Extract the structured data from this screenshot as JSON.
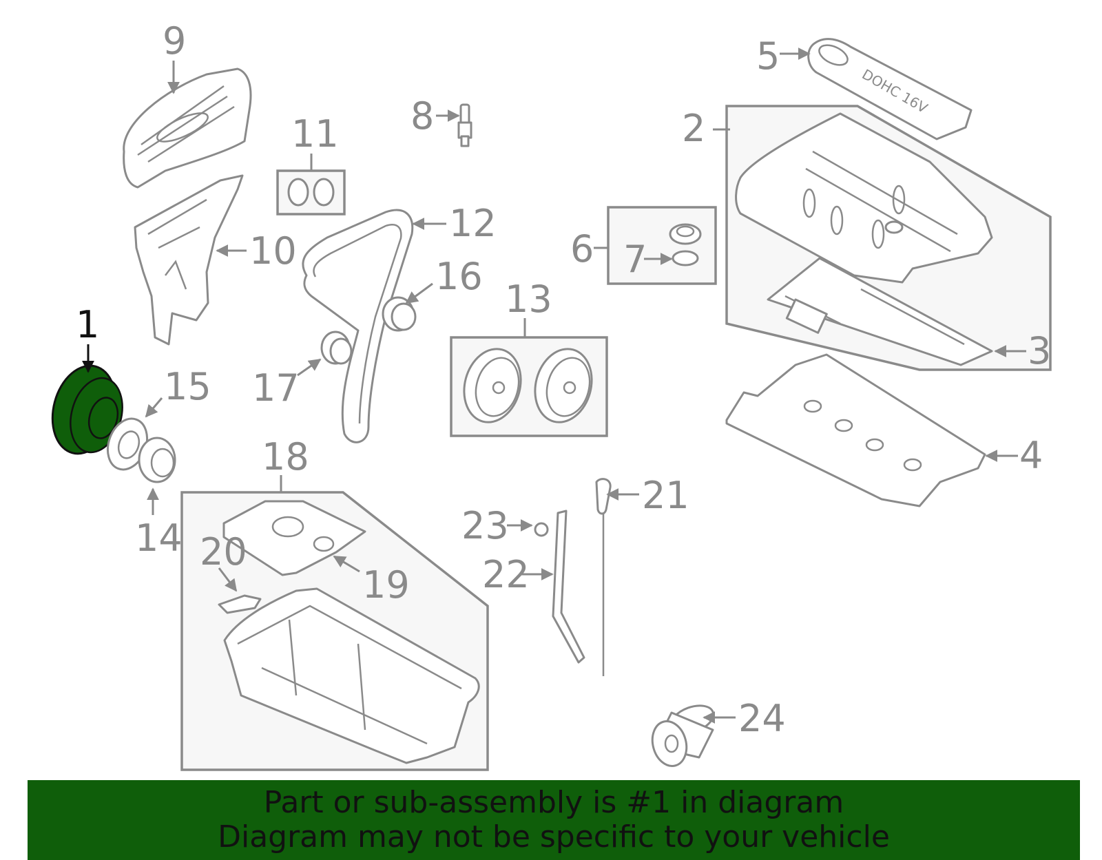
{
  "diagram": {
    "highlight_color": "#0f5e0a",
    "line_color": "#8a8a8a",
    "highlighted_part": "1",
    "callouts": {
      "c1": "1",
      "c2": "2",
      "c3": "3",
      "c4": "4",
      "c5": "5",
      "c6": "6",
      "c7": "7",
      "c8": "8",
      "c9": "9",
      "c10": "10",
      "c11": "11",
      "c12": "12",
      "c13": "13",
      "c14": "14",
      "c15": "15",
      "c16": "16",
      "c17": "17",
      "c18": "18",
      "c19": "19",
      "c20": "20",
      "c21": "21",
      "c22": "22",
      "c23": "23",
      "c24": "24"
    },
    "cover_lettering": "DOHC 16V"
  },
  "banner": {
    "line1": "Part or sub-assembly is #1 in diagram",
    "line2": "Diagram may not be specific to your vehicle"
  }
}
